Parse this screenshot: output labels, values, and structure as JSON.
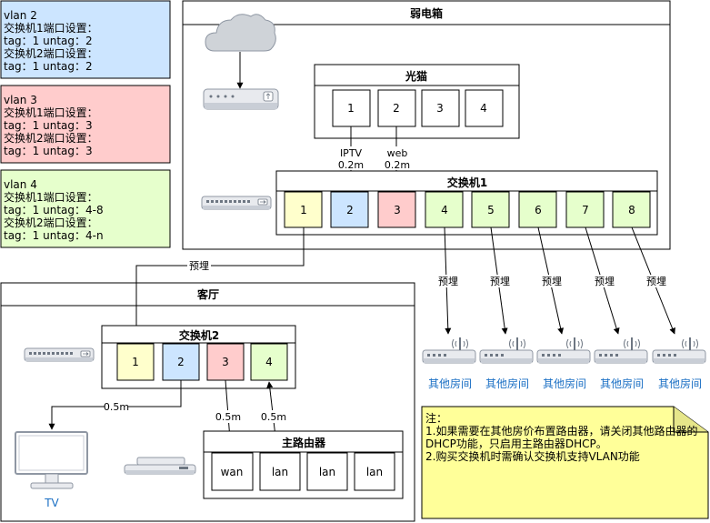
{
  "vlan_notes": [
    {
      "lines": [
        "vlan 2",
        "交换机1端口设置：",
        "tag：1  untag：2",
        "交换机2端口设置：",
        "tag：1  untag：2"
      ],
      "color": "#cce5ff"
    },
    {
      "lines": [
        "vlan 3",
        "交换机1端口设置：",
        "tag：1  untag：3",
        "交换机2端口设置：",
        "tag：1  untag：3"
      ],
      "color": "#ffcccc"
    },
    {
      "lines": [
        "vlan 4",
        "交换机1端口设置：",
        "tag：1  untag：4-8",
        "交换机2端口设置：",
        "tag：1  untag：4-n"
      ],
      "color": "#e6ffcc"
    }
  ],
  "weak_box": {
    "title": "弱电箱"
  },
  "modem": {
    "title": "光猫",
    "ports": [
      "1",
      "2",
      "3",
      "4"
    ]
  },
  "switch1": {
    "title": "交换机1",
    "ports": [
      "1",
      "2",
      "3",
      "4",
      "5",
      "6",
      "7",
      "8"
    ]
  },
  "modem_links": [
    {
      "label": "IPTV",
      "length": "0.2m"
    },
    {
      "label": "web",
      "length": "0.2m"
    }
  ],
  "link_preburied": "预埋",
  "living_room": {
    "title": "客厅"
  },
  "switch2": {
    "title": "交换机2",
    "ports": [
      "1",
      "2",
      "3",
      "4"
    ]
  },
  "router": {
    "title": "主路由器",
    "ports": [
      "wan",
      "lan",
      "lan",
      "lan"
    ]
  },
  "cable_05m": "0.5m",
  "tv_label": "TV",
  "other_rooms": [
    "其他房间",
    "其他房间",
    "其他房间",
    "其他房间",
    "其他房间"
  ],
  "note": {
    "lines": [
      "注：",
      "1.如果需要在其他房价布置路由器，请关闭其他路由器的",
      "DHCP功能，只启用主路由器DHCP。",
      "2.购买交换机时需确认交换机支持VLAN功能"
    ]
  },
  "colors": {
    "yellow": "#ffffcc",
    "blue": "#cce5ff",
    "red": "#ffcccc",
    "green": "#e6ffcc",
    "note": "#ffff99",
    "device_label": "#1a6fc4"
  }
}
